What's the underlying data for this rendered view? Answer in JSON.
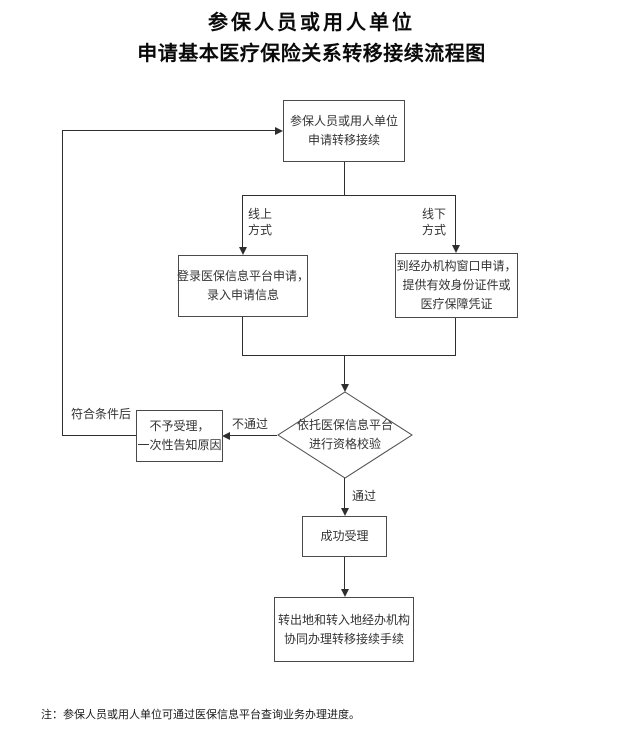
{
  "title": {
    "line1": "参保人员或用人单位",
    "line2": "申请基本医疗保险关系转移接续流程图"
  },
  "nodes": {
    "start": {
      "lines": [
        "参保人员或用人单位",
        "申请转移接续"
      ]
    },
    "online_apply": {
      "lines": [
        "登录医保信息平台申请，",
        "录入申请信息"
      ]
    },
    "offline_apply": {
      "lines": [
        "到经办机构窗口申请，",
        "提供有效身份证件或",
        "医疗保障凭证"
      ]
    },
    "check": {
      "lines": [
        "依托医保信息平台",
        "进行资格校验"
      ]
    },
    "reject": {
      "lines": [
        "不予受理，",
        "一次性告知原因"
      ]
    },
    "accept": {
      "lines": [
        "成功受理"
      ]
    },
    "final": {
      "lines": [
        "转出地和转入地经办机构",
        "协同办理转移接续手续"
      ]
    }
  },
  "edge_labels": {
    "online": {
      "line1": "线上",
      "line2": "方式"
    },
    "offline": {
      "line1": "线下",
      "line2": "方式"
    },
    "fail": "不通过",
    "pass": "通过",
    "requalify": "符合条件后"
  },
  "note": "注：参保人员或用人单位可通过医保信息平台查询业务办理进度。",
  "colors": {
    "background": "#ffffff",
    "line": "#2e2e2e",
    "box_border": "#4a4a4a",
    "text": "#333333",
    "title_text": "#0a0a0a"
  }
}
